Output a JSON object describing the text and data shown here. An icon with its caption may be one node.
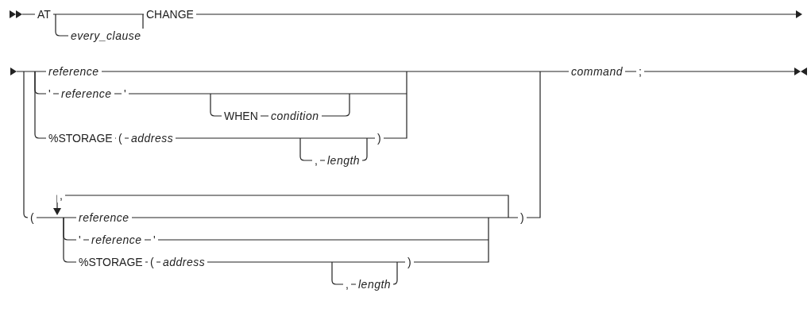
{
  "diagram": {
    "labels": [
      "AT",
      "every_clause",
      "CHANGE",
      "reference",
      "'",
      "reference",
      "'",
      "WHEN",
      "condition",
      "%STORAGE",
      "(",
      "address",
      ")",
      ",",
      "length",
      "command",
      ";",
      "(",
      ",",
      "reference",
      "'",
      "reference",
      "'",
      ")",
      "%STORAGE",
      "(",
      "address",
      ")",
      ",",
      "length"
    ]
  }
}
